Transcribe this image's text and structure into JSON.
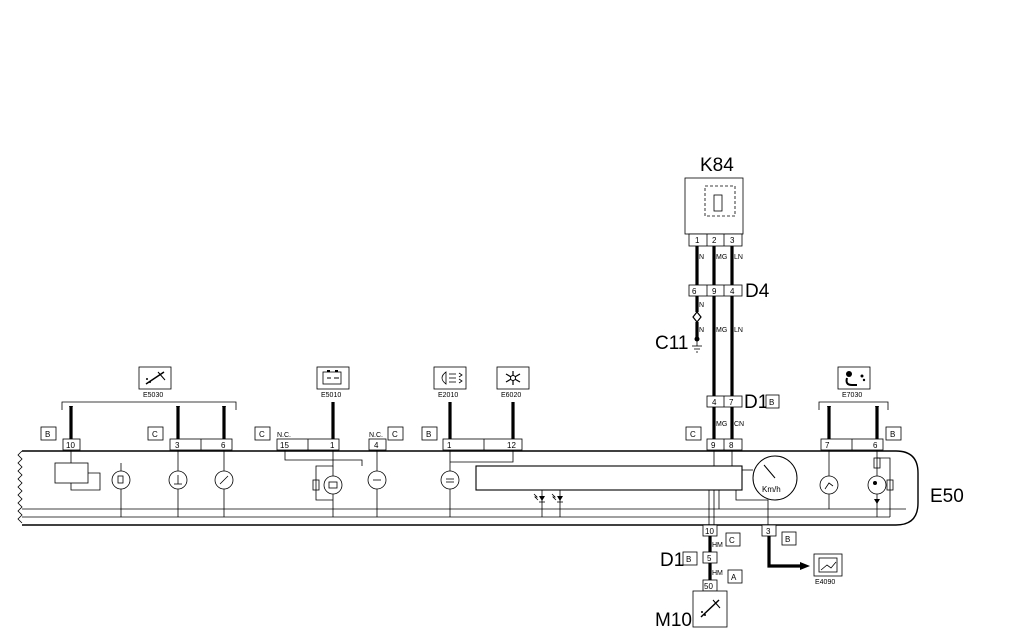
{
  "components": {
    "k84": "K84",
    "d4": "D4",
    "c11": "C11",
    "d1_upper": "D1",
    "d1_lower": "D1",
    "e50": "E50",
    "m10": "M10"
  },
  "refs": {
    "e5030": "E5030",
    "e5010": "E5010",
    "e2010": "E2010",
    "e6020": "E6020",
    "e7030": "E7030",
    "e4090": "E4090"
  },
  "connector_letters": {
    "b_left": "B",
    "c_e5030": "C",
    "c_e5010": "C",
    "c_nc4": "C",
    "b_e2010": "B",
    "c_right": "C",
    "b_e7030": "B",
    "b_d1_upper": "B",
    "c_pin10": "C",
    "b_pin3": "B",
    "b_d1_lower": "B",
    "a_m10": "A"
  },
  "pins": {
    "k84_1": "1",
    "k84_2": "2",
    "k84_3": "3",
    "d4_6": "6",
    "d4_9": "9",
    "d4_4": "4",
    "d1_4": "4",
    "d1_7": "7",
    "e50_10": "10",
    "e50_3": "3",
    "e50_6a": "6",
    "e50_15": "15",
    "e50_1a": "1",
    "e50_4": "4",
    "e50_1b": "1",
    "e50_12": "12",
    "e50_9": "9",
    "e50_8": "8",
    "e50_7": "7",
    "e50_6b": "6",
    "e50_10b": "10",
    "e50_3b": "3",
    "d1_5": "5",
    "m10_50": "50"
  },
  "wire_colors": {
    "n1": "N",
    "mg1": "MG",
    "ln1": "LN",
    "n2": "N",
    "n3": "N",
    "mg2": "MG",
    "ln2": "LN",
    "mg3": "MG",
    "cn": "CN",
    "hm1": "HM",
    "hm2": "HM"
  },
  "notes": {
    "nc1": "N.C.",
    "nc2": "N.C."
  },
  "speedo_unit": "Km/h",
  "icons": {
    "e5030": "injector-icon",
    "e5010": "battery-charge-icon",
    "e2010": "headlight-icon",
    "e6020": "snowflake-icon",
    "e7030": "airbag-icon",
    "e4090": "display-icon",
    "m10": "injector-icon"
  }
}
